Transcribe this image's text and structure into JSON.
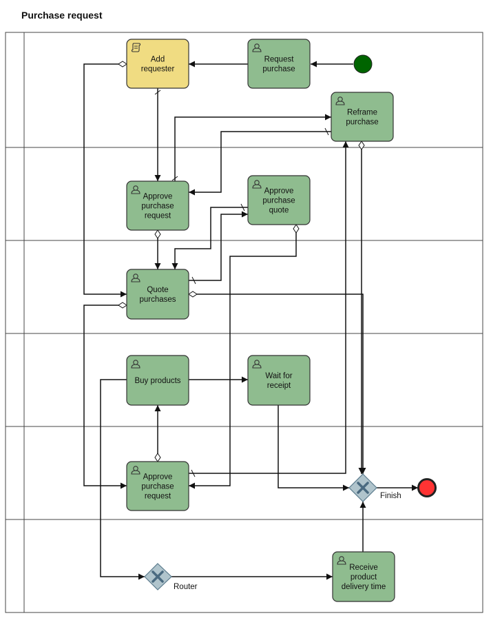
{
  "title": "Purchase request",
  "lanes": 7,
  "colors": {
    "task_fill": "#8fbc8f",
    "script_task_fill": "#f0dc82",
    "start_event": "#006400",
    "end_event": "#ff3333",
    "gateway_fill": "#b0c4cc",
    "gateway_x": "#4a6a80"
  },
  "tasks": {
    "add_requester": {
      "lines": [
        "Add",
        "requester"
      ],
      "icon": "script-icon"
    },
    "request_purchase": {
      "lines": [
        "Request",
        "purchase"
      ],
      "icon": "user-icon"
    },
    "reframe_purchase": {
      "lines": [
        "Reframe",
        "purchase"
      ],
      "icon": "user-icon"
    },
    "approve_request_1": {
      "lines": [
        "Approve",
        "purchase",
        "request"
      ],
      "icon": "user-icon"
    },
    "approve_quote": {
      "lines": [
        "Approve",
        "purchase",
        "quote"
      ],
      "icon": "user-icon"
    },
    "quote_purchases": {
      "lines": [
        "Quote",
        "purchases"
      ],
      "icon": "user-icon"
    },
    "buy_products": {
      "lines": [
        "Buy products"
      ],
      "icon": "user-icon"
    },
    "wait_receipt": {
      "lines": [
        "Wait for",
        "receipt"
      ],
      "icon": "user-icon"
    },
    "approve_request_2": {
      "lines": [
        "Approve",
        "purchase",
        "request"
      ],
      "icon": "user-icon"
    },
    "receive_delivery": {
      "lines": [
        "Receive",
        "product",
        "delivery time"
      ],
      "icon": "user-icon"
    }
  },
  "gateways": {
    "finish": {
      "label": "Finish"
    },
    "router": {
      "label": "Router"
    }
  }
}
